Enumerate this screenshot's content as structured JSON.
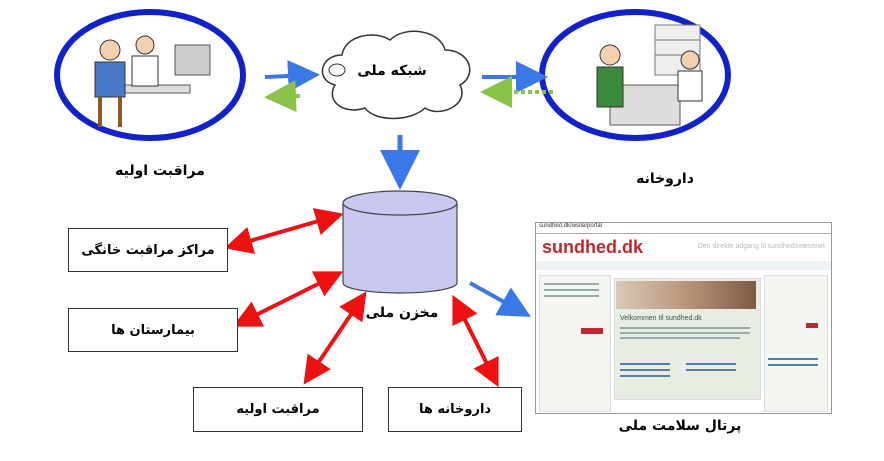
{
  "nodes": {
    "primary_care_top": "مراقبت اولیه",
    "national_network": "شبکه ملی",
    "pharmacy_top": "داروخانه",
    "national_repository": "مخزن ملی",
    "home_care_centers": "مراکز مراقبت خانگی",
    "hospitals": "بیمارستان ها",
    "primary_care_bottom": "مراقبت اولیه",
    "pharmacies": "داروخانه ها",
    "national_health_portal": "پرتال سلامت ملی"
  },
  "portal_screenshot": {
    "address": "sundhed.dk/wsite/portal",
    "logo": "sundhed.dk",
    "tagline": "Den direkte adgang til sundhedsvæsenet",
    "welcome": "Velkommen til sundhed.dk"
  },
  "colors": {
    "flow_arrow": "#3b78e7",
    "return_arrow": "#8bc34a",
    "exchange_arrow": "#ee1111",
    "ellipse_border": "#1122cc",
    "repository_fill": "#c8c8f0"
  }
}
